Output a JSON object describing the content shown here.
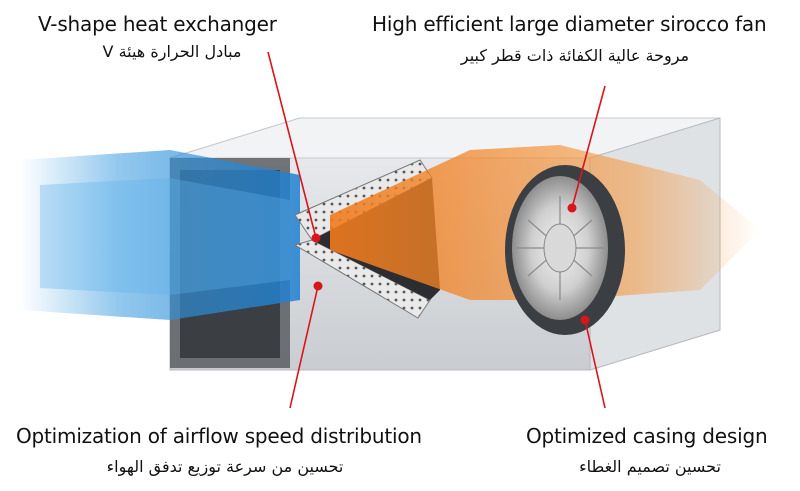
{
  "callouts": {
    "heat_exchanger": {
      "en": "V-shape heat exchanger",
      "ar": "مبادل الحرارة هيئة V"
    },
    "sirocco_fan": {
      "en": "High efficient large diameter sirocco fan",
      "ar": "مروحة عالية الكفائة ذات قطر كبير"
    },
    "airflow": {
      "en": "Optimization of airflow speed distribution",
      "ar": "تحسين من سرعة توزيع تدفق الهواء"
    },
    "casing": {
      "en": "Optimized casing design",
      "ar": "تحسين تصميم الغطاء"
    }
  },
  "colors": {
    "cold_air": "#3a9be0",
    "warm_air": "#f07a1c",
    "leader_line": "#d8151b",
    "casing": "#d6d9dc",
    "text": "#111111"
  }
}
